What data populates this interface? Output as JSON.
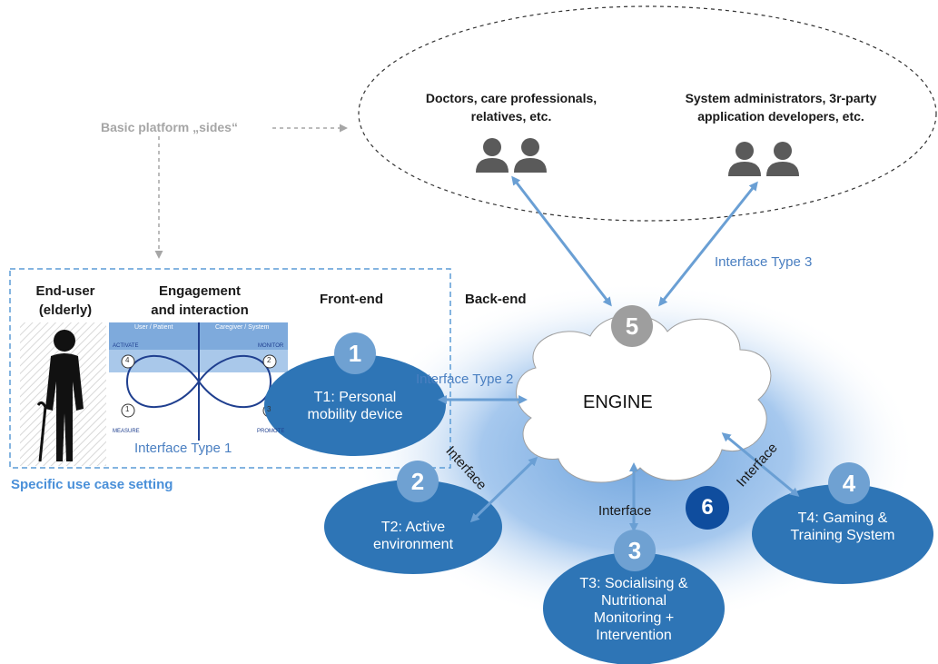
{
  "platform_sides_label": "Basic platform „sides“",
  "groups": {
    "doctors": "Doctors, care professionals, relatives, etc.",
    "admins": "System administrators, 3r-party application developers, etc."
  },
  "interfaces": {
    "type1": "Interface Type 1",
    "type2": "Interface Type 2",
    "type3": "Interface Type 3",
    "generic": "Interface"
  },
  "use_case": {
    "end_user": "End-user (elderly)",
    "engagement": "Engagement and interaction",
    "front_end": "Front-end",
    "back_end": "Back-end",
    "setting_label": "Specific use case setting",
    "loop": {
      "left_header": "User / Patient",
      "right_header": "Caregiver / System",
      "activate": "ACTIVATE",
      "monitor": "MONITOR",
      "measure": "MEASURE",
      "promote": "PROMOTE",
      "steps": [
        "1",
        "2",
        "3",
        "4"
      ]
    }
  },
  "engine": {
    "label": "ENGINE",
    "number": "5"
  },
  "cloud_number": "6",
  "nodes": [
    {
      "number": "1",
      "label": "T1: Personal mobility device"
    },
    {
      "number": "2",
      "label": "T2: Active environment"
    },
    {
      "number": "3",
      "label": "T3: Socialising & Nutritional Monitoring + Intervention"
    },
    {
      "number": "4",
      "label": "T4: Gaming & Training System"
    }
  ],
  "colors": {
    "node_fill": "#2e75b6",
    "number_fill": "#6fa1d2",
    "engine_badge": "#9e9e9e",
    "dark_badge": "#0f4d9e",
    "arrow": "#6a9fd4",
    "dashed_gray": "#a6a6a6",
    "interface_text": "#4a7fc1"
  }
}
